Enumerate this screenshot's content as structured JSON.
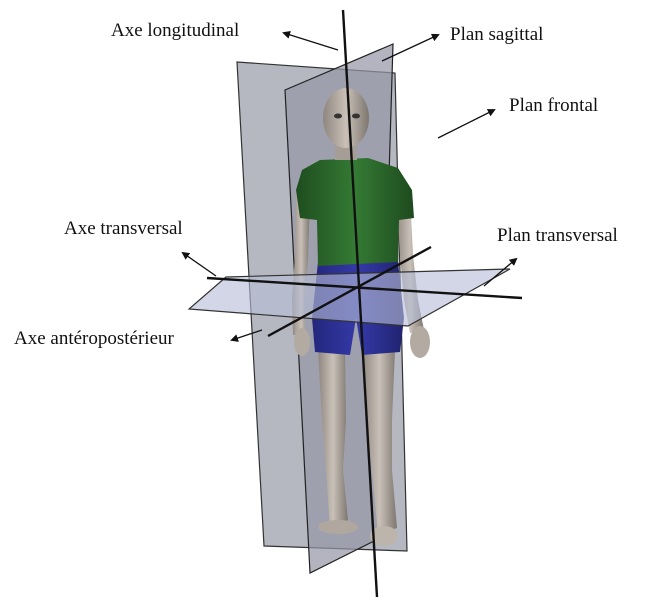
{
  "labels": {
    "axe_longitudinal": "Axe longitudinal",
    "plan_sagittal": "Plan sagittal",
    "plan_frontal": "Plan frontal",
    "axe_transversal": "Axe transversal",
    "plan_transversal": "Plan transversal",
    "axe_anteroposterieur": "Axe antéropostérieur"
  },
  "colors": {
    "plane_fill": "#9ea0ae",
    "transverse_fill": "#b9c0d8",
    "axis": "#111111",
    "shirt": "#2f6b2f",
    "shorts": "#2b2f96",
    "skin": "#b6aea5"
  },
  "figure": {
    "subject": "human-figure"
  }
}
